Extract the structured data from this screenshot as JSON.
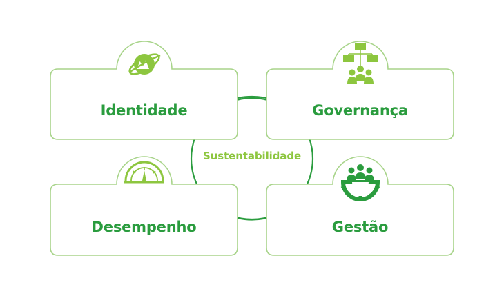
{
  "center": {
    "label": "Sustentabilidade"
  },
  "cards": [
    {
      "id": "identidade",
      "label": "Identidade",
      "icon": "planet-mountain-icon"
    },
    {
      "id": "governanca",
      "label": "Governança",
      "icon": "org-chart-people-icon"
    },
    {
      "id": "desempenho",
      "label": "Desempenho",
      "icon": "gauge-icon"
    },
    {
      "id": "gestao",
      "label": "Gestão",
      "icon": "people-gear-icon"
    }
  ],
  "colors": {
    "dark_green": "#2a9c3e",
    "light_green": "#8dc63f",
    "outline": "#a8d48a",
    "background": "#ffffff"
  }
}
